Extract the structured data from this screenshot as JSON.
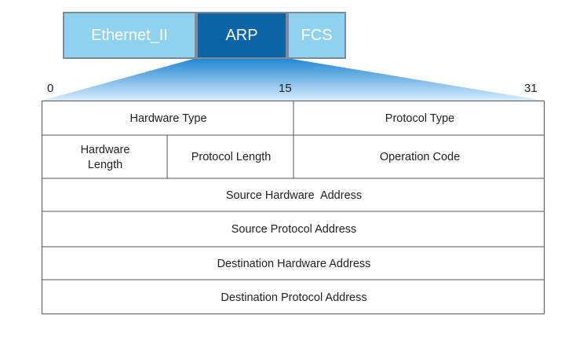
{
  "header": {
    "segments": [
      "Ethernet_II",
      "ARP",
      "FCS"
    ]
  },
  "bits": {
    "start": "0",
    "mid": "15",
    "end": "31"
  },
  "rows": [
    [
      "Hardware Type",
      "Protocol Type"
    ],
    [
      "Hardware Length",
      "Protocol Length",
      "Operation Code"
    ],
    [
      "Source Hardware  Address"
    ],
    [
      "Source Protocol Address"
    ],
    [
      "Destination Hardware Address"
    ],
    [
      "Destination Protocol Address"
    ]
  ],
  "colors": {
    "segment_light": "#8fd2ef",
    "segment_dark": "#0b64a6",
    "fan_top": "#1f86d3",
    "fan_bottom": "#d6ecfb",
    "grid_line": "#555555"
  }
}
